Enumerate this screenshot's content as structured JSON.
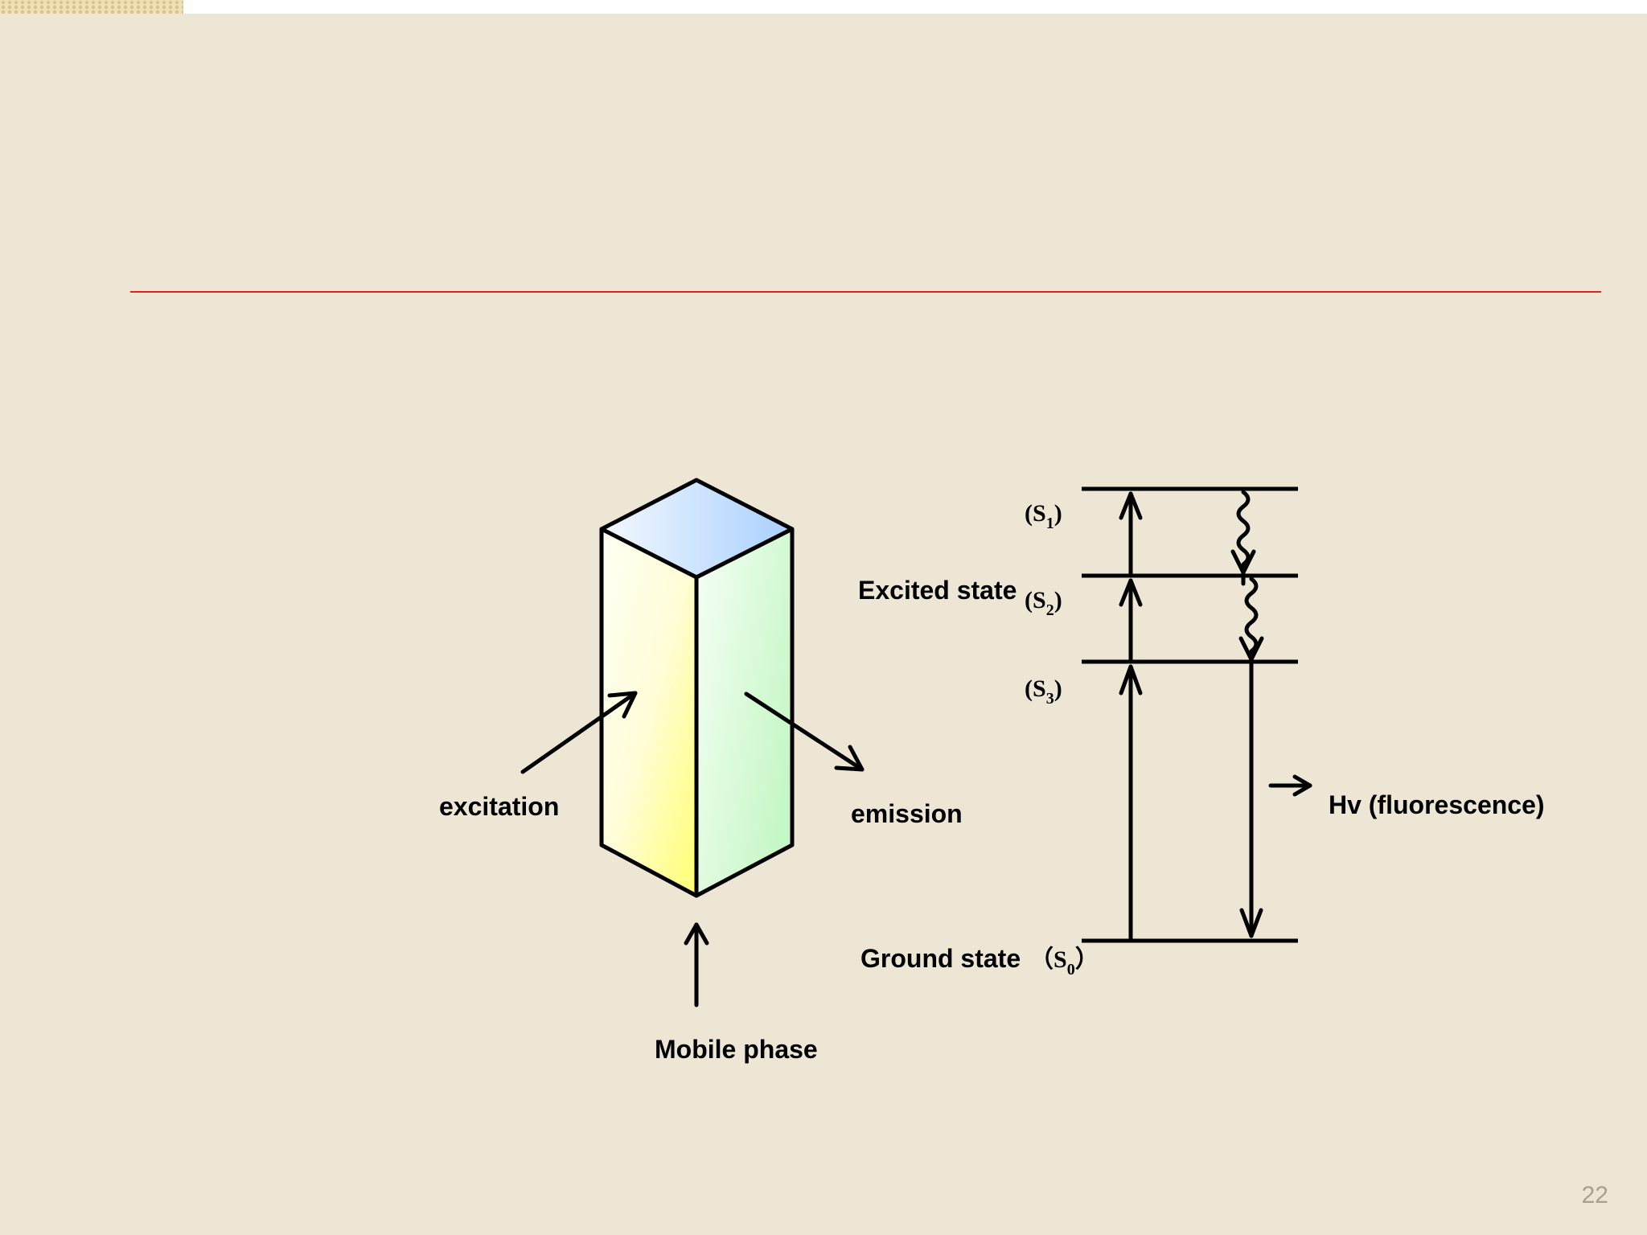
{
  "slide": {
    "page_number": "22"
  },
  "colors": {
    "background": "#ede6d5",
    "title_rule": "#e0221f",
    "page_number": "#a9a08a",
    "cell_top": "#a8d0ff",
    "cell_left": "#ffff80",
    "cell_right": "#c8f8c8"
  },
  "cell_diagram": {
    "excitation_label": "excitation",
    "emission_label": "emission",
    "mobile_phase_label": "Mobile phase"
  },
  "energy_diagram": {
    "excited_state_label": "Excited state",
    "ground_state_label": "Ground state",
    "fluorescence_label": "Hv (fluorescence)",
    "s1": {
      "open": "(S",
      "sub": "1",
      "close": ")"
    },
    "s2": {
      "open": "(S",
      "sub": "2",
      "close": ")"
    },
    "s3": {
      "open": "(S",
      "sub": "3",
      "close": ")"
    },
    "s0": {
      "open": "（S",
      "sub": "0",
      "close": "）"
    }
  }
}
